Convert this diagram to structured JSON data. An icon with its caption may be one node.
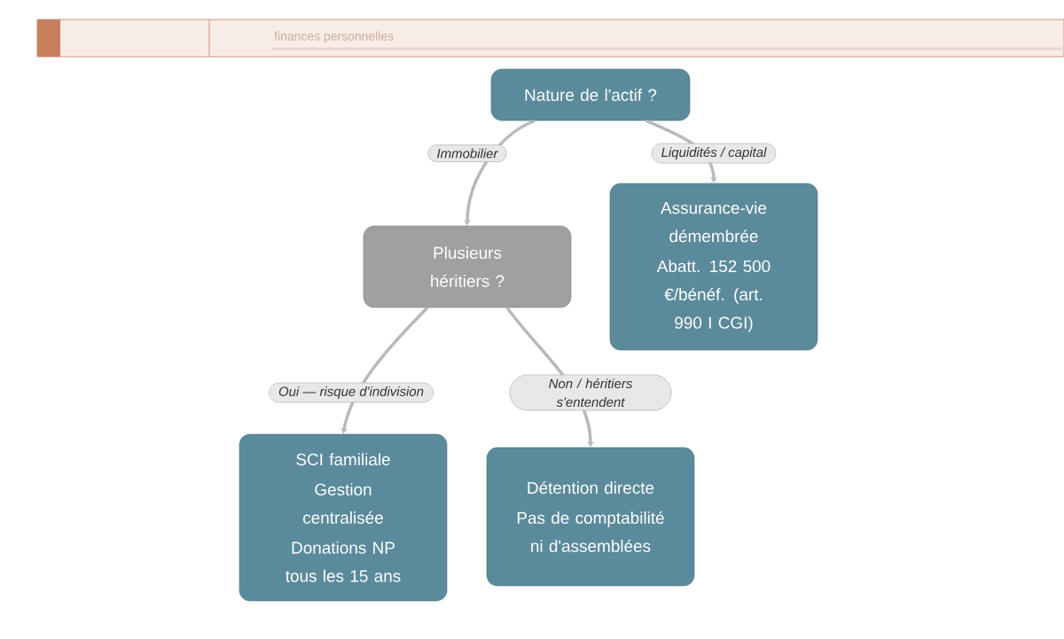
{
  "diagram": {
    "nodes": [
      {
        "text": [
          "Nature de l'actif ?"
        ]
      },
      {
        "text": [
          "Plusieurs héritiers ?"
        ]
      },
      {
        "text": [
          "Assurance-vie démembrée",
          "Abatt. 152 500 €/bénéf. (art. 990 I CGI)"
        ]
      },
      {
        "text": [
          "SCI familiale",
          "Gestion centralisée",
          "Donations NP tous les 15 ans"
        ]
      },
      {
        "text": [
          "Détention directe",
          "Pas de comptabilité ni d'assemblées"
        ]
      }
    ],
    "edges": [
      {
        "from": 0,
        "to": 1,
        "arrow": "to",
        "label": "Immobilier"
      },
      {
        "from": 0,
        "to": 2,
        "arrow": "to",
        "label": "Liquidités / capital"
      },
      {
        "from": 1,
        "to": 3,
        "arrow": "to",
        "label": "Oui — risque d'indivision"
      },
      {
        "from": 1,
        "to": 4,
        "arrow": "to",
        "label": "Non / héritiers s'entendent"
      }
    ],
    "labels": [
      "finances personnelles"
    ]
  }
}
